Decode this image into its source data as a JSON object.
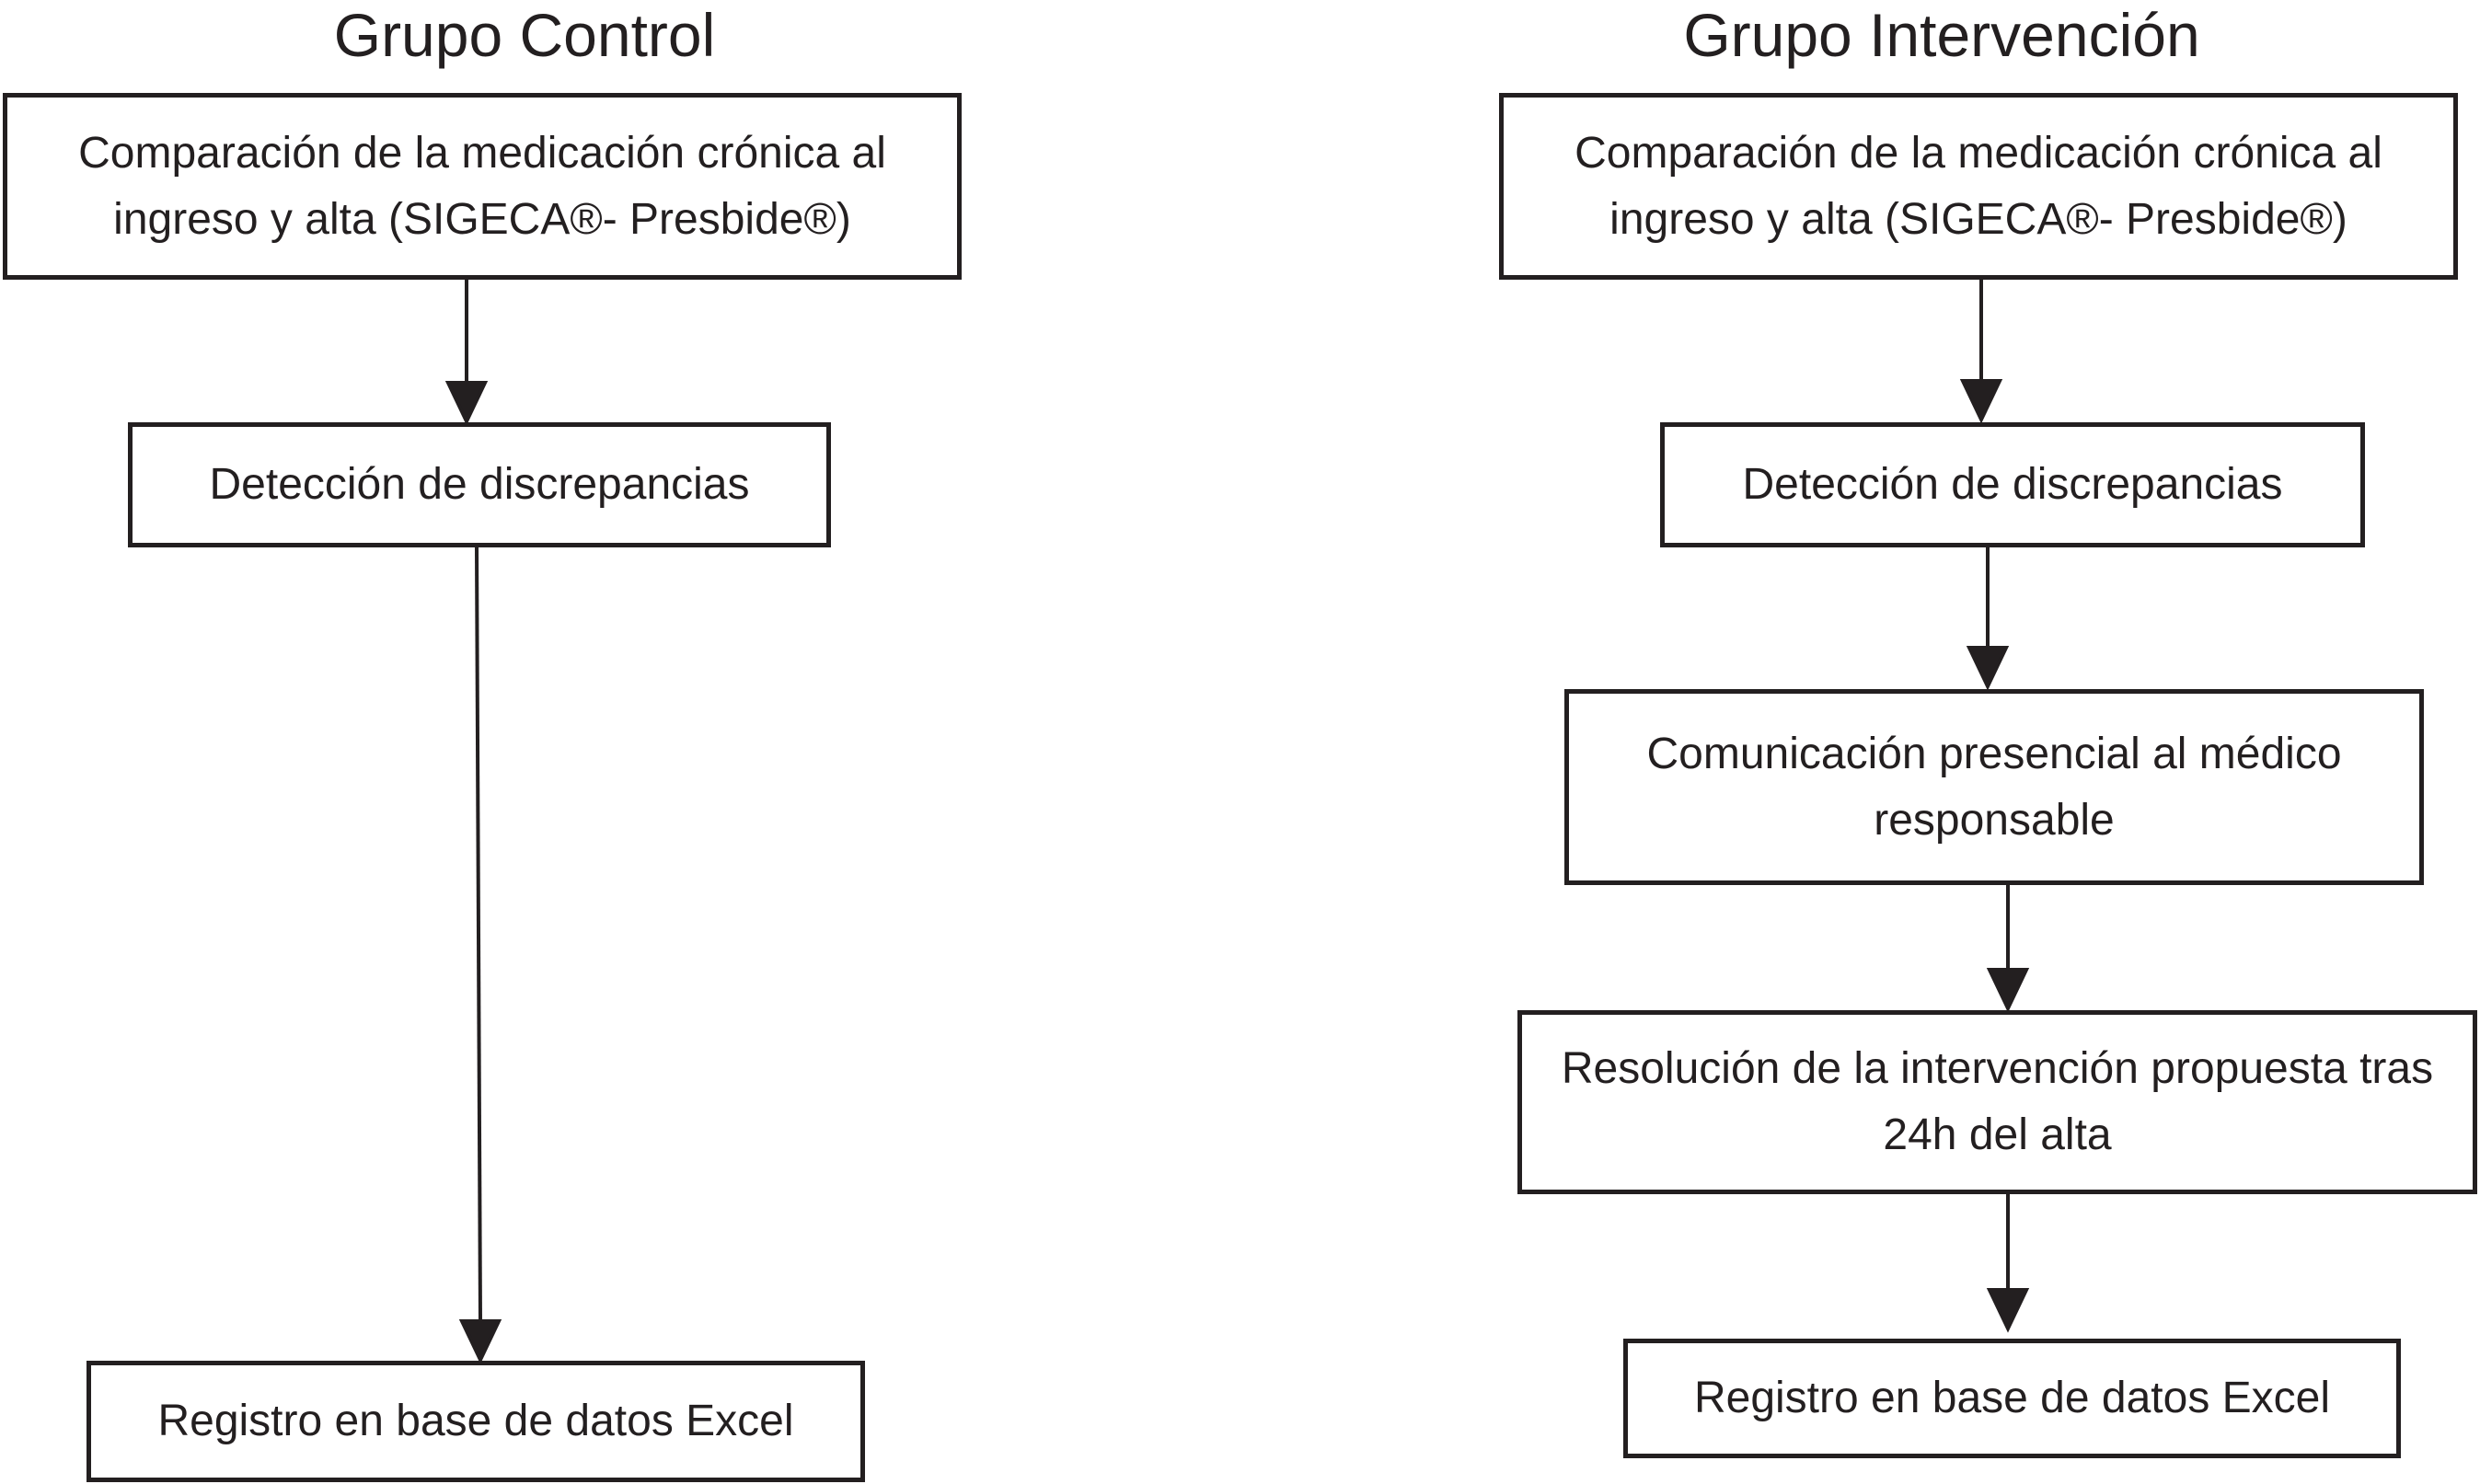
{
  "control": {
    "title": "Grupo Control",
    "steps": [
      "Comparación de la medicación crónica al ingreso y alta (SIGECA®- Presbide®)",
      "Detección de discrepancias",
      "Registro en base de datos Excel"
    ]
  },
  "intervention": {
    "title": "Grupo Intervención",
    "steps": [
      "Comparación de la medicación crónica al ingreso y alta (SIGECA®- Presbide®)",
      "Detección de discrepancias",
      "Comunicación presencial al médico responsable",
      "Resolución de la intervención propuesta tras 24h del alta",
      "Registro en base de datos Excel"
    ]
  }
}
